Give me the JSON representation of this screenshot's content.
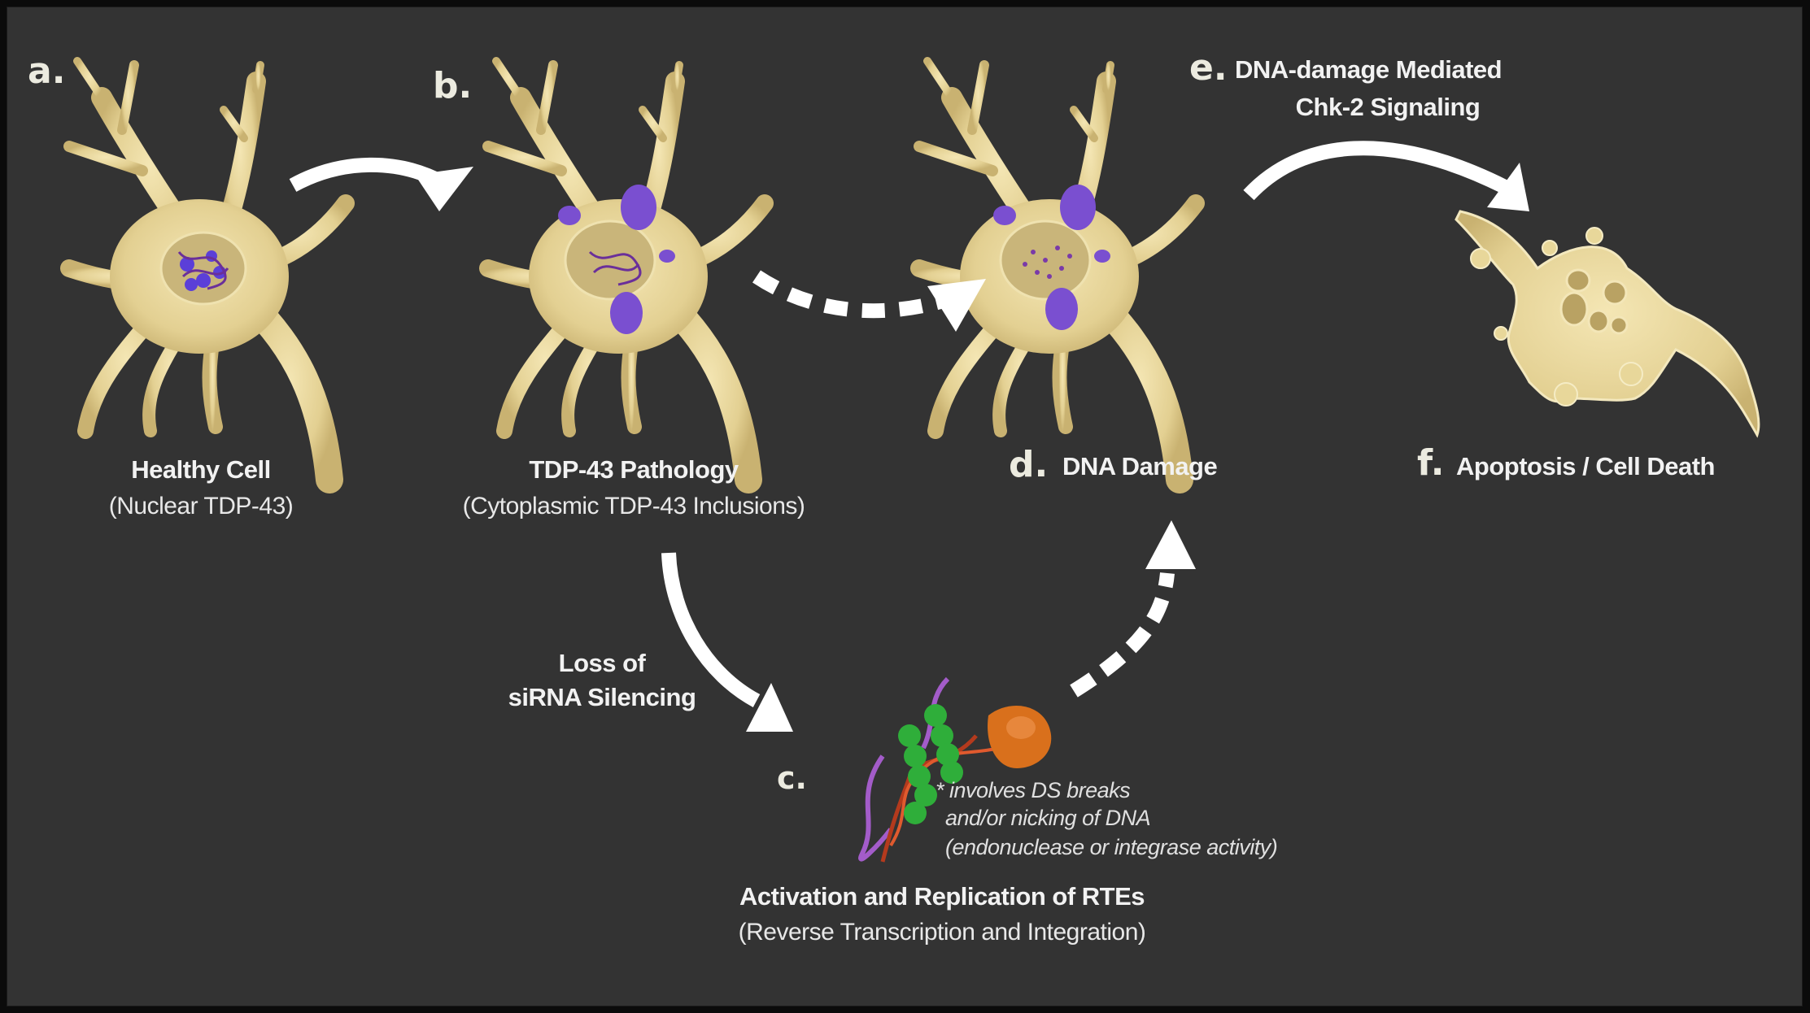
{
  "figure": {
    "panels": {
      "a": {
        "letter": "a.",
        "title": "Healthy Cell",
        "subtitle": "(Nuclear TDP-43)"
      },
      "b": {
        "letter": "b.",
        "title": "TDP-43 Pathology",
        "subtitle": "(Cytoplasmic TDP-43 Inclusions)"
      },
      "c": {
        "letter": "c.",
        "title": "Activation and Replication of RTEs",
        "subtitle": "(Reverse Transcription and Integration)",
        "note": [
          "* involves DS breaks",
          "and/or nicking of DNA",
          "(endonuclease or integrase activity)"
        ]
      },
      "d": {
        "letter": "d.",
        "title": "DNA Damage"
      },
      "e": {
        "letter": "e.",
        "line1": "DNA-damage Mediated",
        "line2": "Chk-2 Signaling"
      },
      "f": {
        "letter": "f.",
        "title": "Apoptosis / Cell Death"
      }
    },
    "arrows": {
      "b_to_c": {
        "line1": "Loss of",
        "line2": "siRNA Silencing",
        "style": "solid"
      },
      "a_to_b": {
        "style": "solid"
      },
      "b_to_d": {
        "style": "dashed"
      },
      "c_to_d": {
        "style": "dashed"
      },
      "d_to_f": {
        "style": "solid"
      }
    },
    "colors": {
      "background": "#333333",
      "cell_body": "#e6d49a",
      "tdp43": "#7a4fd0",
      "arrow": "#ffffff",
      "rte_green": "#2fae3a",
      "rte_orange": "#d9701c",
      "rte_purple": "#a35cc9"
    }
  }
}
